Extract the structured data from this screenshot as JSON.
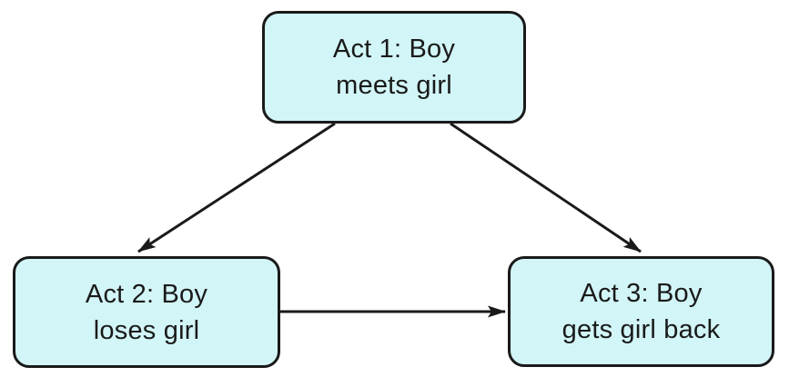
{
  "diagram": {
    "type": "flowchart",
    "nodes": [
      {
        "id": "act-1",
        "label": "Act 1: Boy meets girl",
        "lines": [
          "Act 1: Boy",
          "meets girl"
        ]
      },
      {
        "id": "act-2",
        "label": "Act 2: Boy loses girl",
        "lines": [
          "Act 2: Boy",
          "loses girl"
        ]
      },
      {
        "id": "act-3",
        "label": "Act 3: Boy gets girl back",
        "lines": [
          "Act 3: Boy",
          "gets girl back"
        ]
      }
    ],
    "edges": [
      {
        "from": "act-1",
        "to": "act-2",
        "style": "arrow"
      },
      {
        "from": "act-1",
        "to": "act-3",
        "style": "arrow"
      },
      {
        "from": "act-2",
        "to": "act-3",
        "style": "arrow"
      }
    ],
    "colors": {
      "node_fill": "#d2f5f7",
      "node_border": "#1a1a1a",
      "edge": "#1a1a1a",
      "text": "#1a1a1a",
      "background": "#ffffff"
    }
  }
}
